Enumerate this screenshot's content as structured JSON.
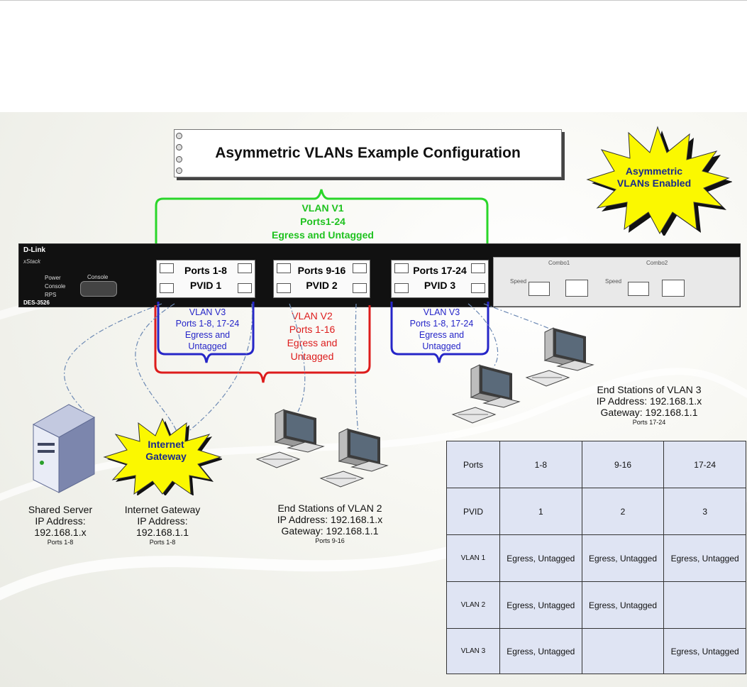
{
  "title": "Asymmetric VLANs Example Configuration",
  "starburst_badge": "Asymmetric VLANs Enabled",
  "switch": {
    "brand": "D-Link",
    "series": "xStack",
    "model": "DES-3526",
    "console_label": "Console",
    "leds": [
      "Power",
      "Console",
      "RPS"
    ],
    "combo_labels": [
      "Combo1",
      "Combo2"
    ],
    "speed_label": "Speed"
  },
  "port_groups": [
    {
      "ports": "Ports 1-8",
      "pvid": "PVID 1"
    },
    {
      "ports": "Ports 9-16",
      "pvid": "PVID 2"
    },
    {
      "ports": "Ports 17-24",
      "pvid": "PVID 3"
    }
  ],
  "vlans": {
    "v1": [
      "VLAN V1",
      "Ports1-24",
      "Egress and Untagged"
    ],
    "v2": [
      "VLAN V2",
      "Ports 1-16",
      "Egress and",
      "Untagged"
    ],
    "v3_left": [
      "VLAN V3",
      "Ports 1-8, 17-24",
      "Egress and",
      "Untagged"
    ],
    "v3_right": [
      "VLAN V3",
      "Ports 1-8, 17-24",
      "Egress and",
      "Untagged"
    ]
  },
  "devices": {
    "server": [
      "Shared Server",
      "IP Address:",
      "192.168.1.x"
    ],
    "server_ports": "Ports 1-8",
    "gateway_badge": "Internet Gateway",
    "gateway": [
      "Internet Gateway",
      "IP Address:",
      "192.168.1.1"
    ],
    "gateway_ports": "Ports 1-8",
    "vlan2_stations": [
      "End Stations of VLAN 2",
      "IP Address: 192.168.1.x",
      "Gateway: 192.168.1.1"
    ],
    "vlan2_ports": "Ports 9-16",
    "vlan3_stations": [
      "End Stations of VLAN 3",
      "IP Address: 192.168.1.x",
      "Gateway: 192.168.1.1"
    ],
    "vlan3_ports": "Ports 17-24"
  },
  "table": {
    "header": [
      "Ports",
      "1-8",
      "9-16",
      "17-24"
    ],
    "rows": [
      [
        "PVID",
        "1",
        "2",
        "3"
      ],
      [
        "VLAN 1",
        "Egress, Untagged",
        "Egress, Untagged",
        "Egress, Untagged"
      ],
      [
        "VLAN 2",
        "Egress, Untagged",
        "Egress, Untagged",
        ""
      ],
      [
        "VLAN 3",
        "Egress, Untagged",
        "",
        "Egress, Untagged"
      ]
    ]
  }
}
